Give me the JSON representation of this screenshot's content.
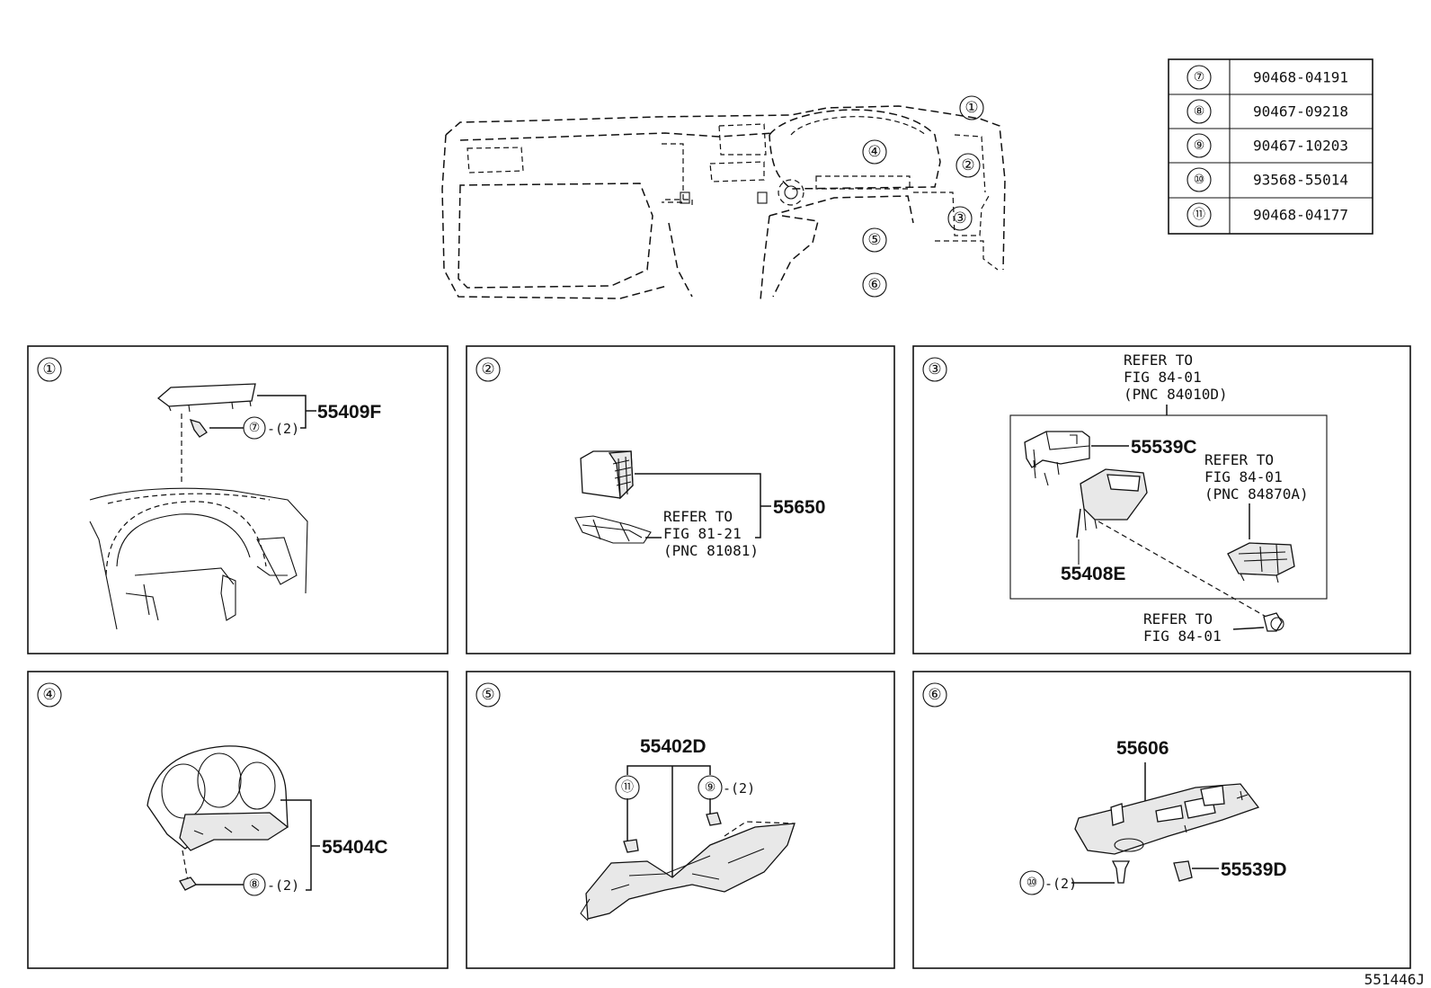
{
  "diagram_id": "551446J",
  "index_table": [
    {
      "ref": "⑦",
      "part_no": "90468-04191"
    },
    {
      "ref": "⑧",
      "part_no": "90467-09218"
    },
    {
      "ref": "⑨",
      "part_no": "90467-10203"
    },
    {
      "ref": "⑩",
      "part_no": "93568-55014"
    },
    {
      "ref": "⑪",
      "part_no": "90468-04177"
    }
  ],
  "overview_callouts": [
    "①",
    "②",
    "③",
    "④",
    "⑤",
    "⑥"
  ],
  "panels": [
    {
      "id": "①",
      "parts": [
        "55409F"
      ],
      "fasteners": [
        {
          "ref": "⑦",
          "qty": "-(2)"
        }
      ]
    },
    {
      "id": "②",
      "parts": [
        "55650"
      ],
      "refer": [
        "REFER TO",
        "FIG 81-21",
        "(PNC 81081)"
      ]
    },
    {
      "id": "③",
      "parts": [
        "55539C",
        "55408E"
      ],
      "refer_top": [
        "REFER TO",
        "FIG 84-01",
        "(PNC 84010D)"
      ],
      "refer_right": [
        "REFER TO",
        "FIG 84-01",
        "(PNC 84870A)"
      ],
      "refer_bottom": [
        "REFER TO",
        "FIG 84-01"
      ]
    },
    {
      "id": "④",
      "parts": [
        "55404C"
      ],
      "fasteners": [
        {
          "ref": "⑧",
          "qty": "-(2)"
        }
      ]
    },
    {
      "id": "⑤",
      "parts": [
        "55402D"
      ],
      "fasteners": [
        {
          "ref": "⑪",
          "qty": ""
        },
        {
          "ref": "⑨",
          "qty": "-(2)"
        }
      ]
    },
    {
      "id": "⑥",
      "parts": [
        "55606",
        "55539D"
      ],
      "fasteners": [
        {
          "ref": "⑩",
          "qty": "-(2)"
        }
      ]
    }
  ]
}
